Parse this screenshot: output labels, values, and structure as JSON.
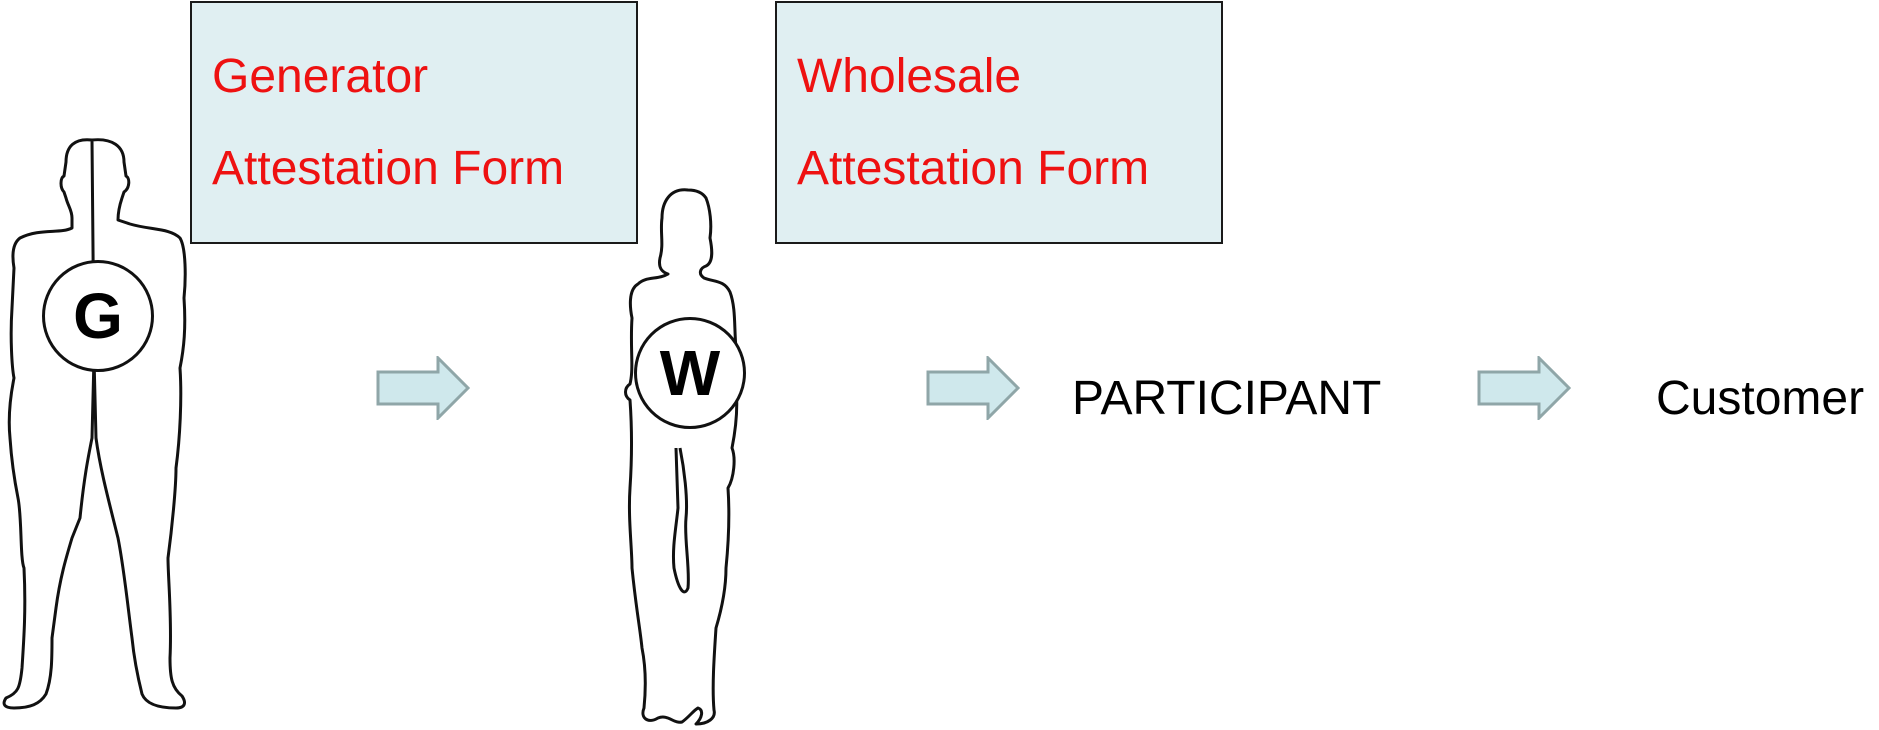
{
  "forms": {
    "generator": {
      "line1": "Generator",
      "line2": "Attestation Form"
    },
    "wholesale": {
      "line1": "Wholesale",
      "line2": "Attestation Form"
    },
    "box_fill": "#e0eff2",
    "text_color": "#ee1111"
  },
  "badges": {
    "generator": "G",
    "wholesale": "W"
  },
  "stages": {
    "participant": "PARTICIPANT",
    "customer": "Customer"
  },
  "arrows": {
    "icon": "right-arrow-icon",
    "fill": "#cfe8ec",
    "stroke": "#8fa6a8"
  },
  "figures": {
    "generator_icon": "man-silhouette-icon",
    "wholesale_icon": "woman-silhouette-icon"
  }
}
